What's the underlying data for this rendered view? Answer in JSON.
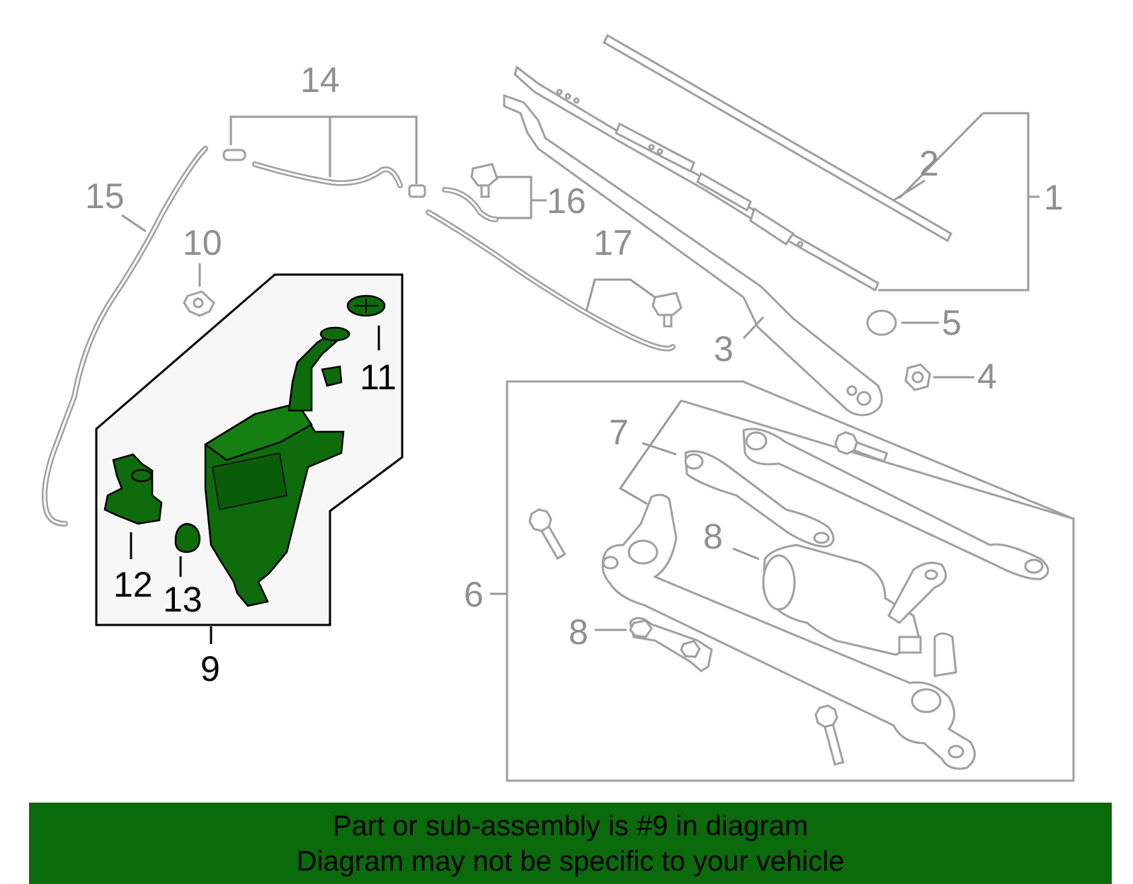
{
  "callouts": {
    "c1": "1",
    "c2": "2",
    "c3": "3",
    "c4": "4",
    "c5": "5",
    "c6": "6",
    "c7": "7",
    "c8a": "8",
    "c8b": "8",
    "c9": "9",
    "c10": "10",
    "c11": "11",
    "c12": "12",
    "c13": "13",
    "c14": "14",
    "c15": "15",
    "c16": "16",
    "c17": "17"
  },
  "banner": {
    "line1": "Part or sub-assembly is #9 in diagram",
    "line2": "Diagram may not be specific to your vehicle"
  },
  "colors": {
    "highlight_green": "#0f6c0c",
    "banner_green": "#0b6a0b",
    "part_grey": "#a0a0a0",
    "label_grey": "#8f8f8f"
  }
}
